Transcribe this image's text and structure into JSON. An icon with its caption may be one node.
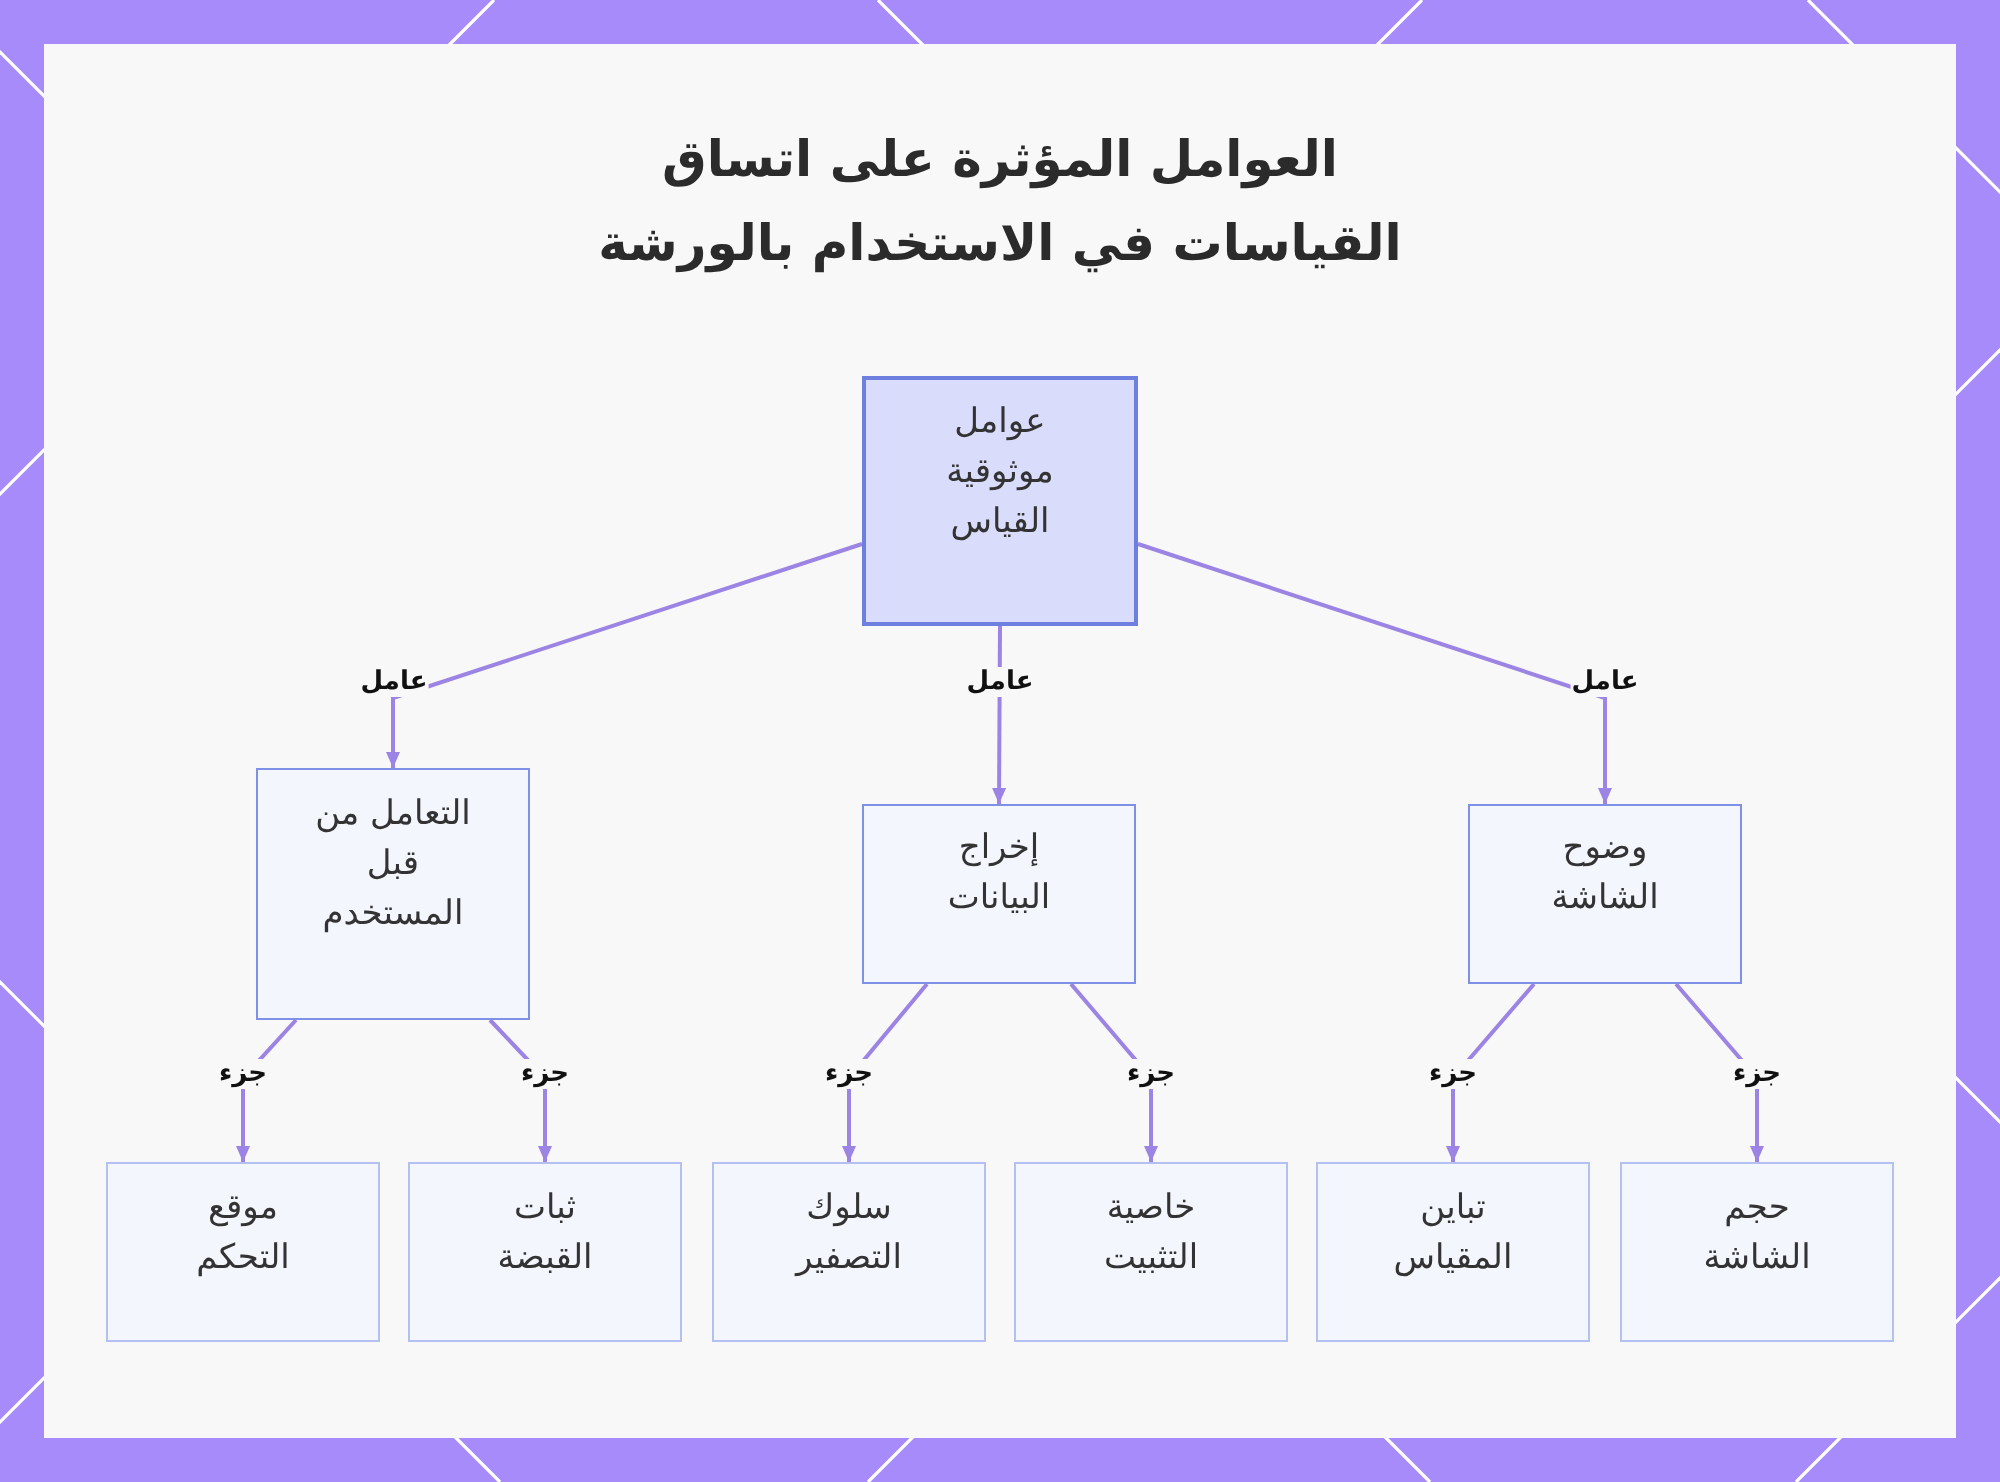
{
  "diagram": {
    "title": "العوامل المؤثرة على اتساق القياسات في الاستخدام بالورشة",
    "nodes": [
      {
        "text": [
          "عوامل موثوقية القياس"
        ]
      },
      {
        "text": [
          "وضوح الشاشة"
        ]
      },
      {
        "text": [
          "إخراج البيانات"
        ]
      },
      {
        "text": [
          "التعامل من قبل المستخدم"
        ]
      },
      {
        "text": [
          "حجم الشاشة"
        ]
      },
      {
        "text": [
          "تباين المقياس"
        ]
      },
      {
        "text": [
          "خاصية التثبيت"
        ]
      },
      {
        "text": [
          "سلوك التصفير"
        ]
      },
      {
        "text": [
          "ثبات القبضة"
        ]
      },
      {
        "text": [
          "موقع التحكم"
        ]
      }
    ],
    "edges": [
      {
        "from": 0,
        "to": 1,
        "arrow": "to",
        "label": "عامل"
      },
      {
        "from": 0,
        "to": 2,
        "arrow": "to",
        "label": "عامل"
      },
      {
        "from": 0,
        "to": 3,
        "arrow": "to",
        "label": "عامل"
      },
      {
        "from": 1,
        "to": 4,
        "arrow": "to",
        "label": "جزء"
      },
      {
        "from": 1,
        "to": 5,
        "arrow": "to",
        "label": "جزء"
      },
      {
        "from": 2,
        "to": 6,
        "arrow": "to",
        "label": "جزء"
      },
      {
        "from": 2,
        "to": 7,
        "arrow": "to",
        "label": "جزء"
      },
      {
        "from": 3,
        "to": 8,
        "arrow": "to",
        "label": "جزء"
      },
      {
        "from": 3,
        "to": 9,
        "arrow": "to",
        "label": "جزء"
      }
    ]
  }
}
